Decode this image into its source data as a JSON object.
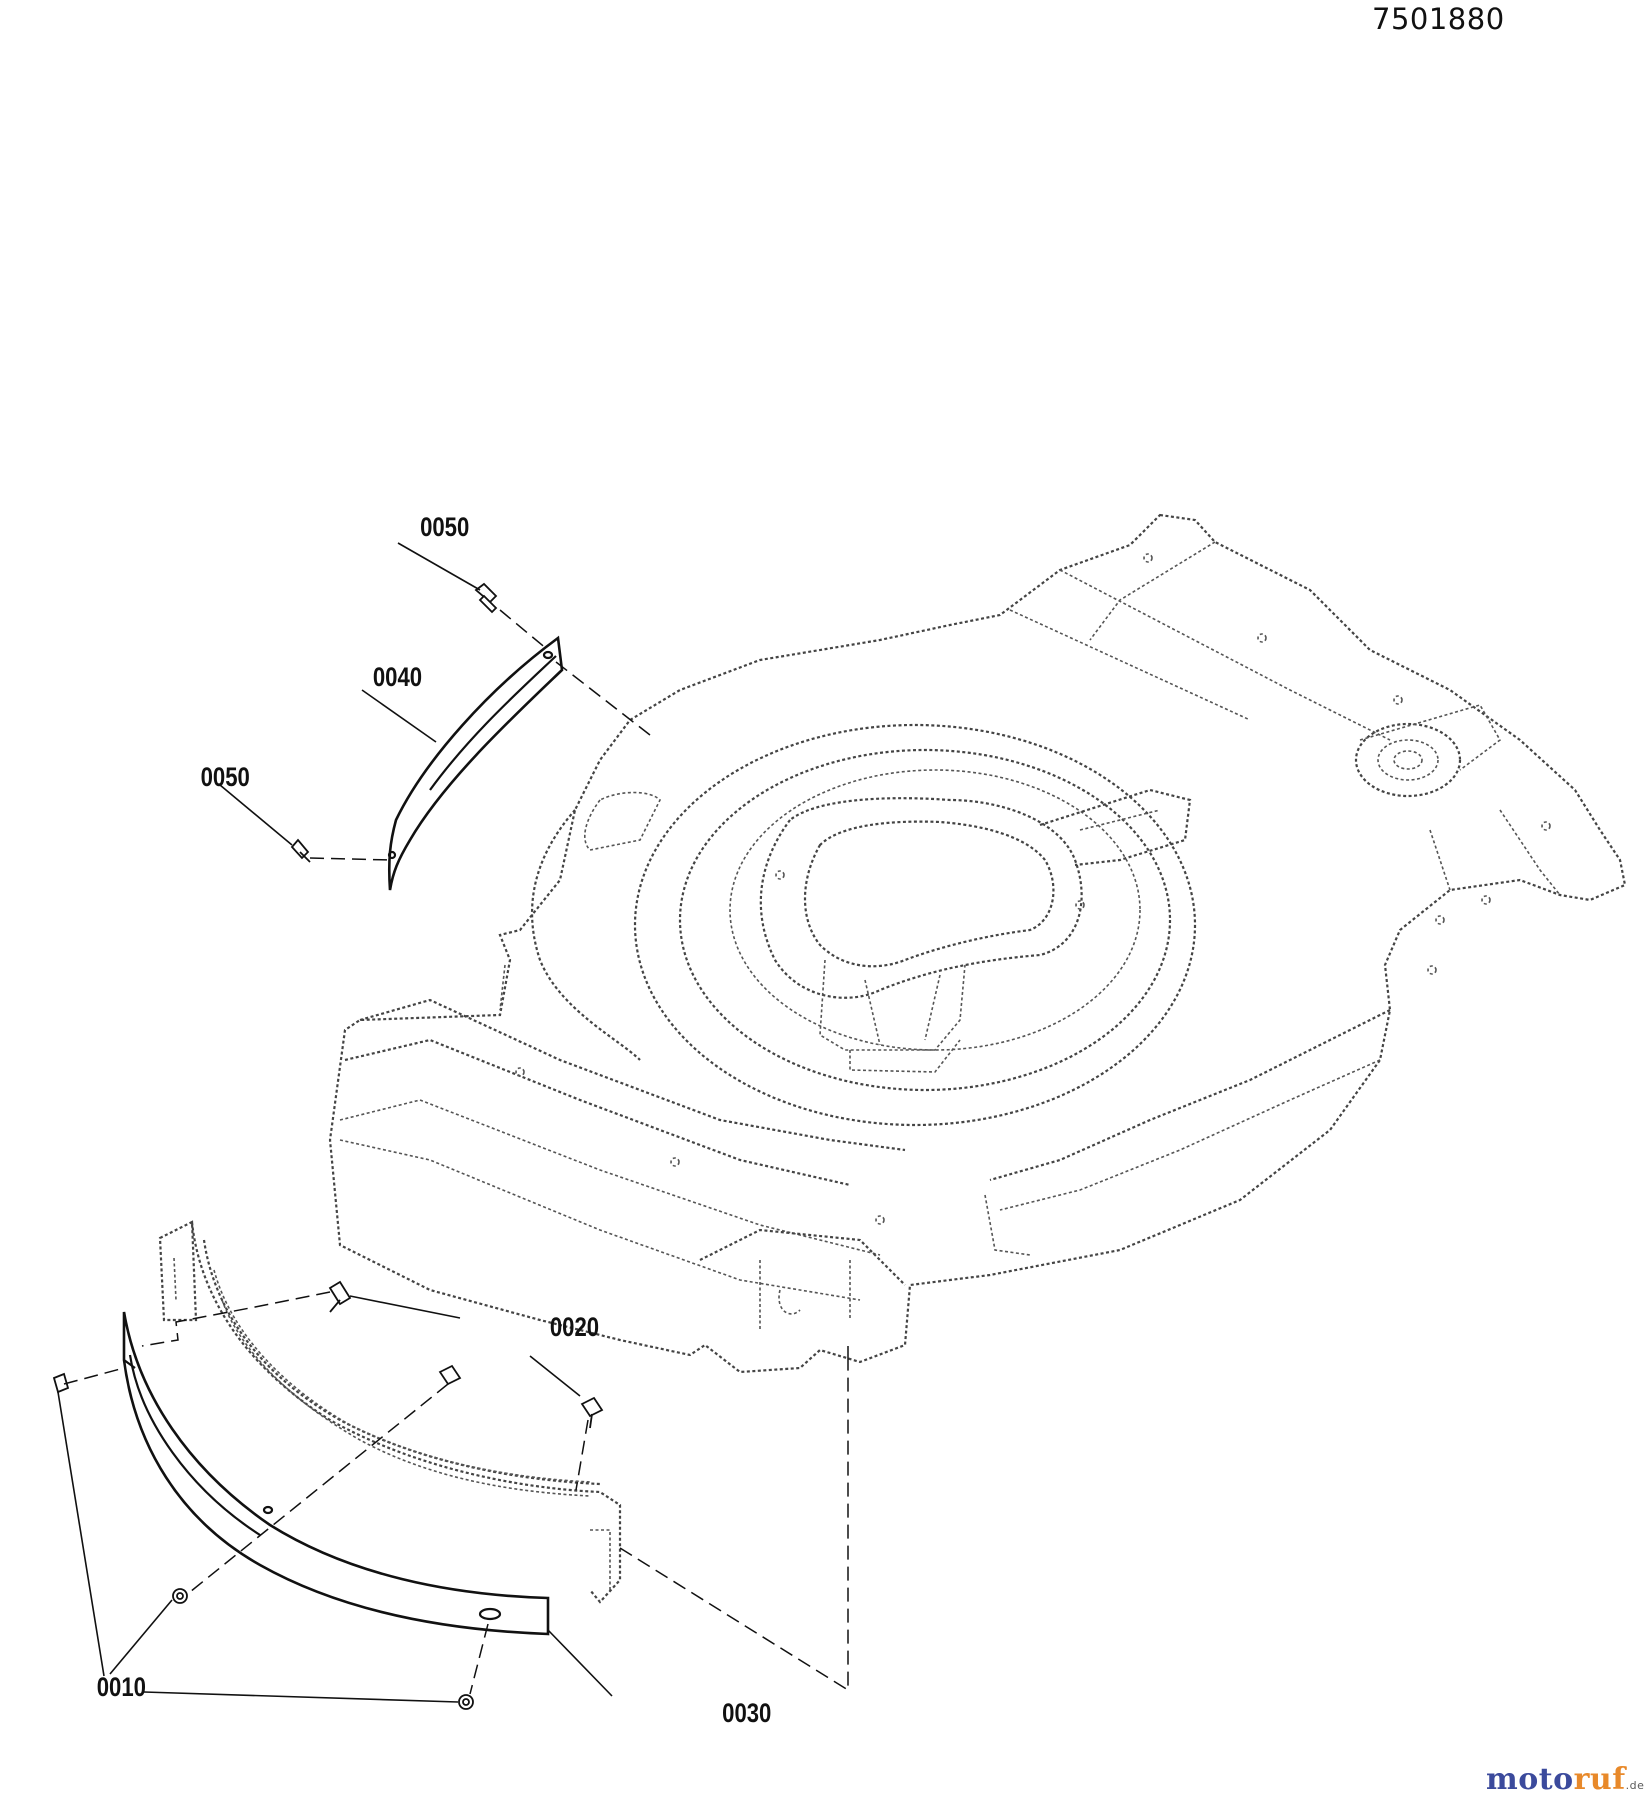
{
  "document": {
    "number": "7501880"
  },
  "callouts": {
    "c0010": "0010",
    "c0020": "0020",
    "c0030": "0030",
    "c0040": "0040",
    "c0050_top": "0050",
    "c0050_left": "0050"
  },
  "brand": {
    "name_a": "moto",
    "name_b": "ruf",
    "tld": ".de"
  },
  "colors": {
    "brand_blue": "#3b4a9c",
    "brand_orange": "#e8892a",
    "line": "#111111",
    "deck_line": "#444444"
  }
}
